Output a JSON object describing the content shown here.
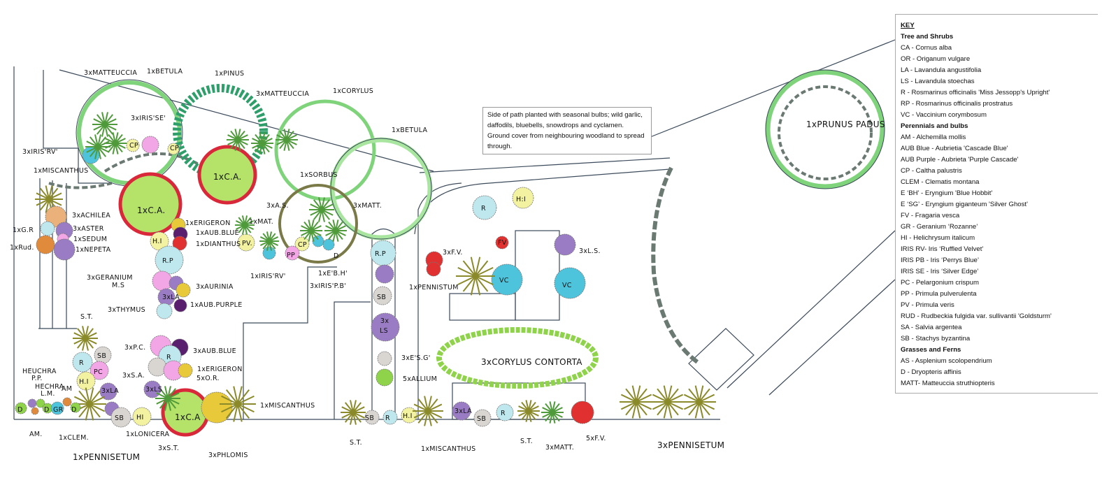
{
  "note": "Side of path planted with seasonal bulbs; wild garlic, daffodils, bluebells, snowdrops and cyclamen. Ground cover from neighbouring woodland to spread through.",
  "key": {
    "title": "KEY",
    "sections": [
      {
        "heading": "Tree and Shrubs",
        "items": [
          "CA - Cornus alba",
          "OR - Origanum vulgare",
          "LA - Lavandula angustifolia",
          "LS - Lavandula stoechas",
          "R - Rosmarinus officinalis 'Miss Jessopp's Upright'",
          "RP - Rosmarinus officinalis prostratus",
          "VC - Vaccinium corymbosum"
        ]
      },
      {
        "heading": "Perennials and bulbs",
        "items": [
          "AM - Alchemilla mollis",
          "AUB Blue - Aubrietia 'Cascade Blue'",
          "AUB Purple - Aubrieta 'Purple Cascade'",
          "CP - Caltha palustris",
          "CLEM - Clematis montana",
          "E ‘BH’ - Eryngium 'Blue Hobbit'",
          "E ‘SG’ - Eryngium giganteum 'Silver Ghost'",
          "FV - Fragaria vesca",
          "GR - Geranium ‘Rozanne’",
          "HI - Helichrysum italicum",
          "IRIS RV- Iris ‘Ruffled Velvet’",
          "IRIS PB - Iris ‘Perrys Blue’",
          "IRIS SE - Iris ‘Silver Edge’",
          "PC - Pelargonium crispum",
          "PP - Primula pulverulenta",
          "PV - Primula veris",
          "RUD - Rudbeckia fulgida var. sullivantii 'Goldsturm'",
          "SA - Salvia argentea",
          "SB - Stachys byzantina"
        ]
      },
      {
        "heading": "Grasses and Ferns",
        "items": [
          "AS - Asplenium scolopendrium",
          "D - Dryopteris affinis",
          "MATT- Matteuccia struthiopteris"
        ]
      }
    ]
  },
  "labels": [
    "3xMATTEUCCIA",
    "1xBETULA",
    "1xPINUS",
    "3xMATTEUCCIA",
    "1xCORYLUS",
    "1xBETULA",
    "3xIRIS'SE'",
    "3xIRIS'RV'",
    "1xMISCANTHUS",
    "3xACHILEA",
    "1xG.R",
    "3xASTER",
    "1xSEDUM",
    "1xRud.",
    "1xNEPETA",
    "1xC.A.",
    "1xC.A.",
    "1xERIGERON",
    "1xAUB.BLUE",
    "1xDIANTHUS",
    "1xMAT.",
    "PV.",
    "H.I",
    "R.P",
    "3xA.S.",
    "1xSORBUS",
    "3xMATT.",
    "CP",
    "PP",
    "D",
    "1xIRIS'RV'",
    "3xIRIS'P.B'",
    "3xGERANIUM",
    "M.S",
    "3xAURINIA",
    "3xLA",
    "1xAUB.PURPLE",
    "3xTHYMUS",
    "S.T.",
    "SB",
    "R",
    "PC",
    "H.I",
    "3xLA",
    "3xP.C.",
    "R",
    "3xAUB.BLUE",
    "3xS.A.",
    "1xERIGERON",
    "5xO.R.",
    "3xLS",
    "HEUCHRA",
    "P.P.",
    "HECHRA",
    "L.M.",
    "AM",
    "D",
    "D",
    "GR",
    "D",
    "AM.",
    "1xCLEM.",
    "1xPENNISETUM",
    "SB",
    "HI",
    "1xLONICERA",
    "3xS.T.",
    "1xC.A",
    "3xPHLOMIS",
    "1xMISCANTHUS",
    "R.P",
    "1xE'B.H'",
    "SB",
    "3x",
    "LS",
    "3xE'S.G'",
    "5xALLIUM",
    "S.T.",
    "SB",
    "R",
    "H.I",
    "1xMISCANTHUS",
    "3xLA",
    "SB",
    "R",
    "S.T.",
    "3xMATT.",
    "5xF.V.",
    "3xCORYLUS CONTORTA",
    "3xF.V.",
    "FV",
    "1xPENNISTUM",
    "VC",
    "VC",
    "3xL.S.",
    "R",
    "H:I",
    "3xPENNISETUM",
    "1xPRUNUS PADUS",
    "CP",
    "CP"
  ],
  "colors": {
    "tree_outline": "#7fd37a",
    "pinus": "#2e9e6a",
    "cornus_fill": "#b5e36a",
    "cornus_edge": "#d8283a",
    "line": "#3b4a5a"
  }
}
